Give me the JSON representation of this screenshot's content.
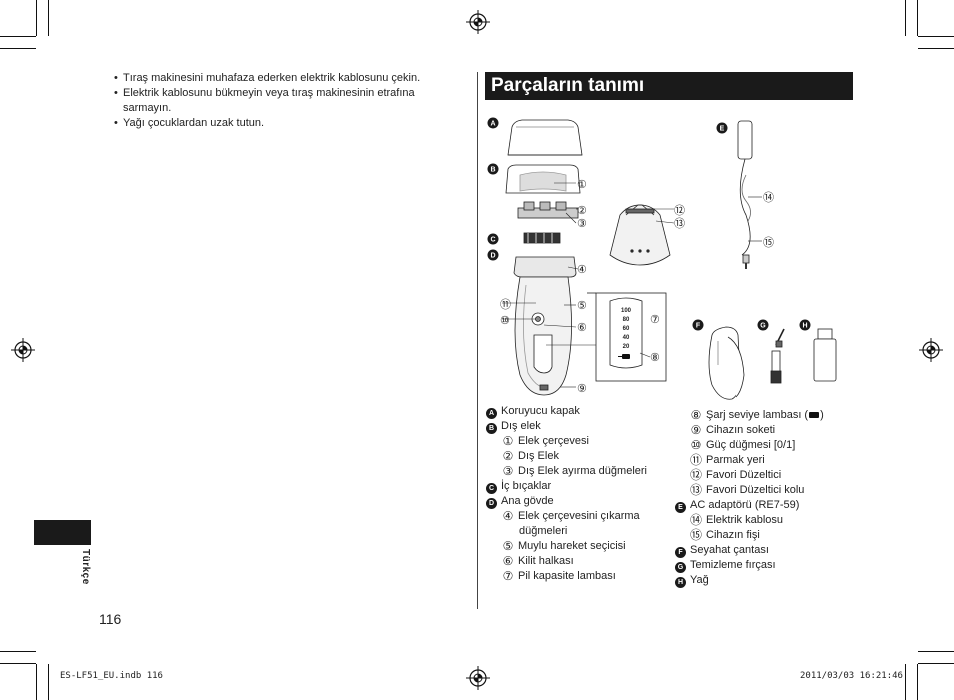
{
  "warnings": [
    "Tıraş makinesini muhafaza ederken elektrik kablosunu çekin.",
    "Elektrik kablosunu bükmeyin veya tıraş makinesinin etrafına sarmayın.",
    "Yağı çocuklardan uzak tutun."
  ],
  "sidebar": {
    "language": "Türkçe",
    "page_number": "116"
  },
  "section": {
    "title": "Parçaların tanımı"
  },
  "diagram": {
    "letters": [
      "A",
      "B",
      "C",
      "D",
      "E",
      "F",
      "G",
      "H"
    ],
    "numbers": [
      "①",
      "②",
      "③",
      "④",
      "⑤",
      "⑥",
      "⑦",
      "⑧",
      "⑨",
      "⑩",
      "⑪",
      "⑫",
      "⑬",
      "⑭",
      "⑮"
    ],
    "lamp_scale": [
      "100",
      "80",
      "60",
      "40",
      "20"
    ]
  },
  "parts_left": [
    {
      "marker": "A",
      "type": "letter",
      "text": "Koruyucu kapak"
    },
    {
      "marker": "B",
      "type": "letter",
      "text": "Dış elek"
    },
    {
      "marker": "1",
      "type": "num",
      "text": "Elek çerçevesi"
    },
    {
      "marker": "2",
      "type": "num",
      "text": "Dış Elek"
    },
    {
      "marker": "3",
      "type": "num",
      "text": "Dış Elek ayırma düğmeleri"
    },
    {
      "marker": "C",
      "type": "letter",
      "text": "İç bıçaklar"
    },
    {
      "marker": "D",
      "type": "letter",
      "text": "Ana gövde"
    },
    {
      "marker": "4",
      "type": "num",
      "text": "Elek çerçevesini çıkarma"
    },
    {
      "marker": "",
      "type": "cont",
      "text": "düğmeleri"
    },
    {
      "marker": "5",
      "type": "num",
      "text": "Muylu hareket seçicisi"
    },
    {
      "marker": "6",
      "type": "num",
      "text": "Kilit halkası"
    },
    {
      "marker": "7",
      "type": "num",
      "text": "Pil kapasite lambası"
    }
  ],
  "parts_right": [
    {
      "marker": "8",
      "type": "num",
      "text": "Şarj seviye lambası (",
      "suffix": ")"
    },
    {
      "marker": "9",
      "type": "num",
      "text": "Cihazın soketi"
    },
    {
      "marker": "10",
      "type": "num",
      "text": "Güç düğmesi [0/1]"
    },
    {
      "marker": "11",
      "type": "num",
      "text": "Parmak yeri"
    },
    {
      "marker": "12",
      "type": "num",
      "text": "Favori Düzeltici"
    },
    {
      "marker": "13",
      "type": "num",
      "text": "Favori Düzeltici kolu"
    },
    {
      "marker": "E",
      "type": "letter",
      "text": "AC adaptörü (RE7-59)"
    },
    {
      "marker": "14",
      "type": "num",
      "text": "Elektrik kablosu"
    },
    {
      "marker": "15",
      "type": "num",
      "text": "Cihazın fişi"
    },
    {
      "marker": "F",
      "type": "letter",
      "text": "Seyahat çantası"
    },
    {
      "marker": "G",
      "type": "letter",
      "text": "Temizleme fırçası"
    },
    {
      "marker": "H",
      "type": "letter",
      "text": "Yağ"
    }
  ],
  "footer": {
    "file": "ES-LF51_EU.indb   116",
    "datetime": "2011/03/03   16:21:46"
  }
}
